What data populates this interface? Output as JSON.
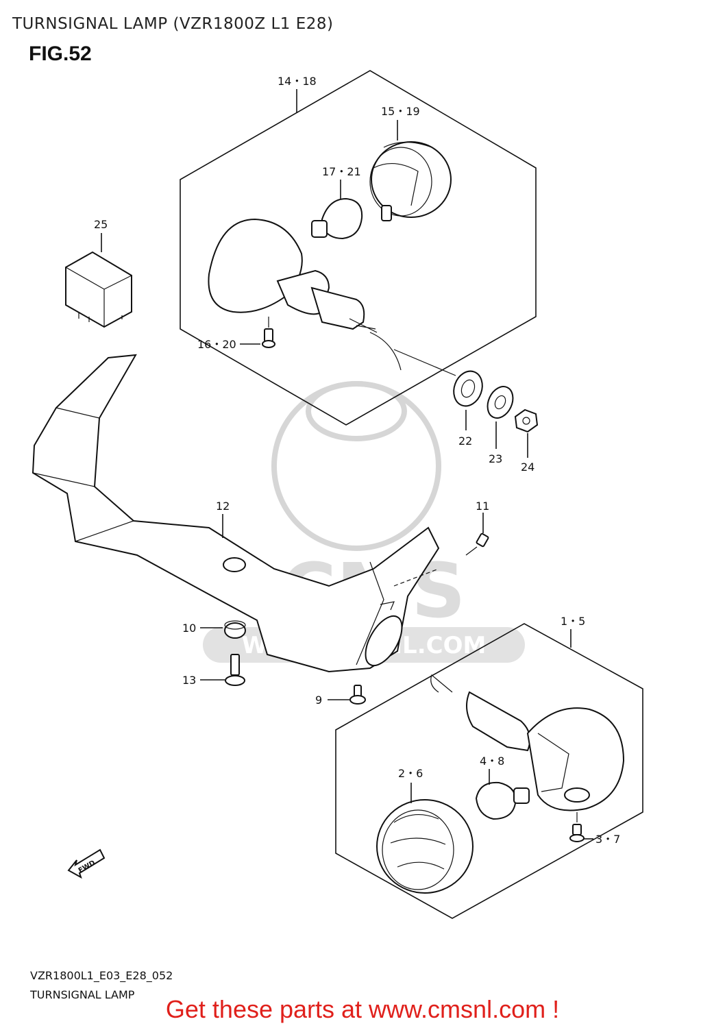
{
  "header": {
    "title": "TURNSIGNAL LAMP (VZR1800Z L1 E28)",
    "figure": "FIG.52"
  },
  "footer": {
    "code": "VZR1800L1_E03_E28_052",
    "subtitle": "TURNSIGNAL LAMP",
    "promo": "Get these parts at www.cmsnl.com !"
  },
  "callouts": {
    "c14_18": "14・18",
    "c15_19": "15・19",
    "c17_21": "17・21",
    "c25": "25",
    "c16_20": "16・20",
    "c22": "22",
    "c23": "23",
    "c24": "24",
    "c12": "12",
    "c11": "11",
    "c10": "10",
    "c13": "13",
    "c9": "9",
    "c1_5": "1・5",
    "c2_6": "2・6",
    "c4_8": "4・8",
    "c3_7": "3・7"
  },
  "watermark": {
    "logo_text": "CMS",
    "url_text": "WWW.CMSNL.COM"
  },
  "fwd_marker": "FWD"
}
